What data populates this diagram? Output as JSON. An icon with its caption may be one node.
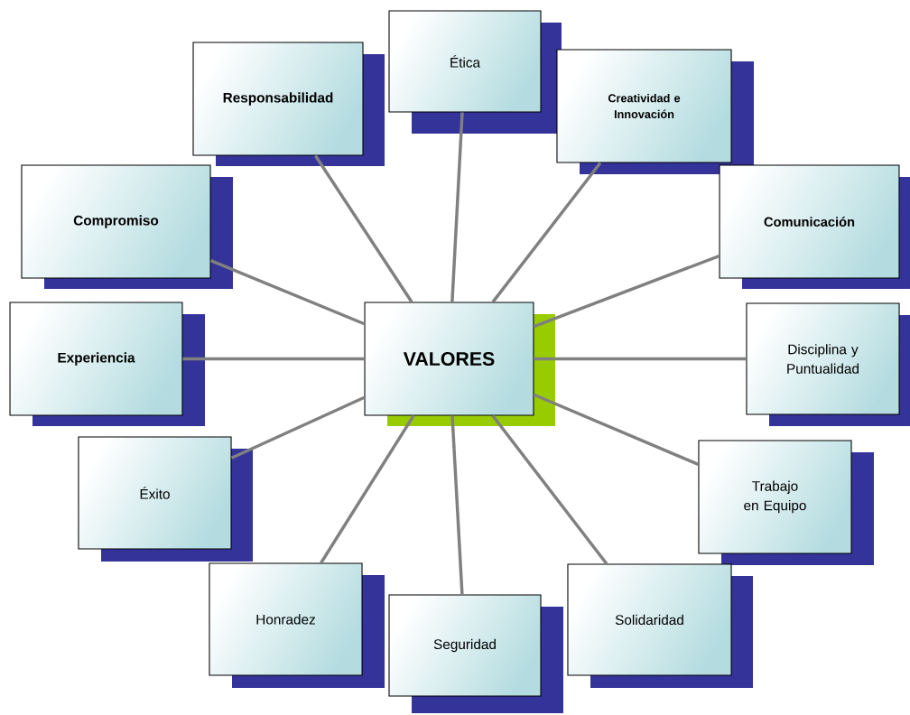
{
  "diagram": {
    "nodes": [
      {
        "text": [
          "VALORES"
        ]
      },
      {
        "text": [
          "Ética"
        ]
      },
      {
        "text": [
          "Creatividad e Innovación"
        ]
      },
      {
        "text": [
          "Comunicación"
        ]
      },
      {
        "text": [
          "Disciplina y Puntualidad"
        ]
      },
      {
        "text": [
          "Trabajo en Equipo"
        ]
      },
      {
        "text": [
          "Solidaridad"
        ]
      },
      {
        "text": [
          "Seguridad"
        ]
      },
      {
        "text": [
          "Honradez"
        ]
      },
      {
        "text": [
          "Éxito"
        ]
      },
      {
        "text": [
          "Experiencia"
        ]
      },
      {
        "text": [
          "Compromiso"
        ]
      },
      {
        "text": [
          "Responsabilidad"
        ]
      }
    ],
    "edges": [
      {
        "from": 0,
        "to": 1,
        "arrow": "none"
      },
      {
        "from": 0,
        "to": 2,
        "arrow": "none"
      },
      {
        "from": 0,
        "to": 3,
        "arrow": "none"
      },
      {
        "from": 0,
        "to": 4,
        "arrow": "none"
      },
      {
        "from": 0,
        "to": 5,
        "arrow": "none"
      },
      {
        "from": 0,
        "to": 6,
        "arrow": "none"
      },
      {
        "from": 0,
        "to": 7,
        "arrow": "none"
      },
      {
        "from": 0,
        "to": 8,
        "arrow": "none"
      },
      {
        "from": 0,
        "to": 9,
        "arrow": "none"
      },
      {
        "from": 0,
        "to": 10,
        "arrow": "none"
      },
      {
        "from": 0,
        "to": 11,
        "arrow": "none"
      },
      {
        "from": 0,
        "to": 12,
        "arrow": "none"
      }
    ]
  }
}
